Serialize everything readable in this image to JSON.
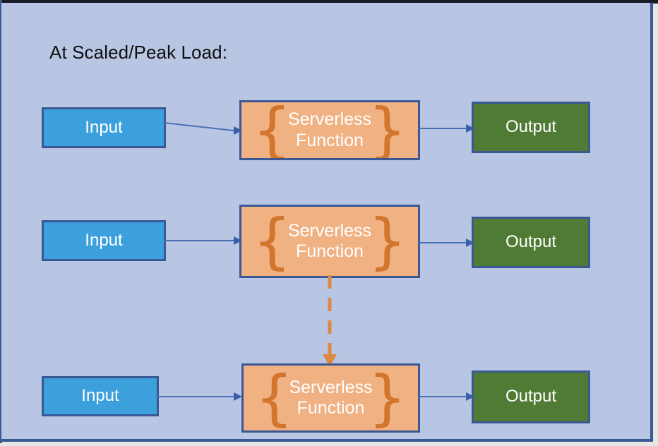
{
  "slide": {
    "title": "At Scaled/Peak Load:",
    "background_color": "#B8C6E3",
    "border_color": "#3A5894"
  },
  "colors": {
    "input_fill": "#3BA0DC",
    "output_fill": "#4F7B34",
    "function_fill": "#F0B183",
    "node_border": "#3A5894",
    "brace_orange": "#D2762E",
    "connector_blue": "#4A6FB5",
    "scale_arrow_orange": "#DD8945",
    "title_text": "#101010",
    "node_text": "#FFFFFF"
  },
  "rows": [
    {
      "input": {
        "label": "Input"
      },
      "function": {
        "label": "Serverless\nFunction",
        "left_brace": "{",
        "right_brace": "}"
      },
      "output": {
        "label": "Output"
      }
    },
    {
      "input": {
        "label": "Input"
      },
      "function": {
        "label": "Serverless\nFunction",
        "left_brace": "{",
        "right_brace": "}"
      },
      "output": {
        "label": "Output"
      }
    },
    {
      "input": {
        "label": "Input"
      },
      "function": {
        "label": "Serverless\nFunction",
        "left_brace": "{",
        "right_brace": "}"
      },
      "output": {
        "label": "Output"
      }
    }
  ],
  "connectors": {
    "input_to_function": "arrow",
    "function_to_output": "arrow",
    "scale_out": {
      "style": "dashed",
      "direction": "down",
      "color": "#DD8945"
    }
  }
}
